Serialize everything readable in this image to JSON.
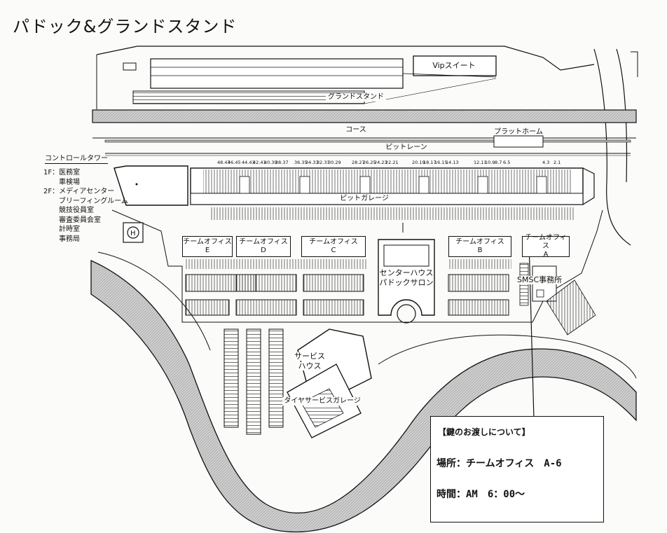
{
  "title": "パドック&グランドスタンド",
  "labels": {
    "vip": "Vipスイート",
    "grandstand": "グランドスタンド",
    "course": "コース",
    "platform": "プラットホーム",
    "pit_lane": "ピットレーン",
    "pit_garage": "ピットガレージ",
    "center_house": [
      "センターハウス",
      "パドックサロン"
    ],
    "smsc": "SMSC事務所",
    "service_house": [
      "サービス",
      "ハウス"
    ],
    "tire_garage": "タイヤサービスガレージ"
  },
  "control_tower": {
    "title": "コントロールタワー",
    "lines": [
      "1F：医務室",
      "車検場",
      "2F：メディアセンター",
      "ブリーフィングルーム",
      "競技役員室",
      "審査委員会室",
      "計時室",
      "事務局"
    ]
  },
  "garage_numbers": [
    "48.47",
    "46.45",
    "44.43",
    "42.41",
    "40.39",
    "38.37",
    "36.35",
    "34.33",
    "32.31",
    "30.29",
    "28.27",
    "26.25",
    "24.23",
    "22.21",
    "20.19",
    "18.17",
    "16.15",
    "14.13",
    "12.11",
    "10.9",
    "8.7",
    "6.5",
    "4.3",
    "2.1"
  ],
  "offices": [
    {
      "name": "チームオフィス",
      "letter": "E"
    },
    {
      "name": "チームオフィス",
      "letter": "D"
    },
    {
      "name": "チームオフィス",
      "letter": "C"
    },
    {
      "name": "チームオフィス",
      "letter": "B"
    },
    {
      "name": "チームオフィス",
      "letter": "A"
    }
  ],
  "notice": {
    "heading": "【鍵のお渡しについて】",
    "place_label": "場所：",
    "place_value": "チームオフィス　A-6",
    "time_label": "時間：",
    "time_value": "AM　6：00～"
  },
  "colors": {
    "line": "#111111",
    "track_fill": "#d2d2d2",
    "paper": "#fbfbf9"
  }
}
